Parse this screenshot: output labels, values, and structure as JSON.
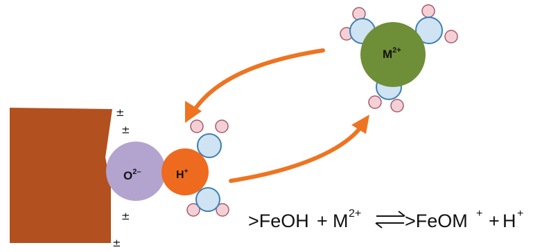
{
  "colors": {
    "surface": "#b3501f",
    "oxygen": "#b3a4cf",
    "proton": "#ee6a1f",
    "metal": "#6f8e38",
    "water_o": "#cfe3f2",
    "water_o_stroke": "#3b7fb3",
    "water_h": "#f4d0d6",
    "water_h_stroke": "#a55a6a",
    "arrow": "#ee7422",
    "text": "#111111"
  },
  "labels": {
    "oxygen": {
      "base": "O",
      "sup": "2–"
    },
    "proton": {
      "base": "H",
      "sup": "+"
    },
    "metal": {
      "base": "M",
      "sup": "2+"
    }
  },
  "surface_charges": [
    "±",
    "±",
    "±",
    "±"
  ],
  "equation": {
    "reactant1": ">FeOH",
    "plus1": "+",
    "reactant2_base": "M",
    "reactant2_sup": "2+",
    "equilibrium_symbol": "⇄",
    "product1_base": ">FeOM",
    "product1_sup": "+",
    "plus2": "+",
    "product2_base": "H",
    "product2_sup": "+"
  }
}
